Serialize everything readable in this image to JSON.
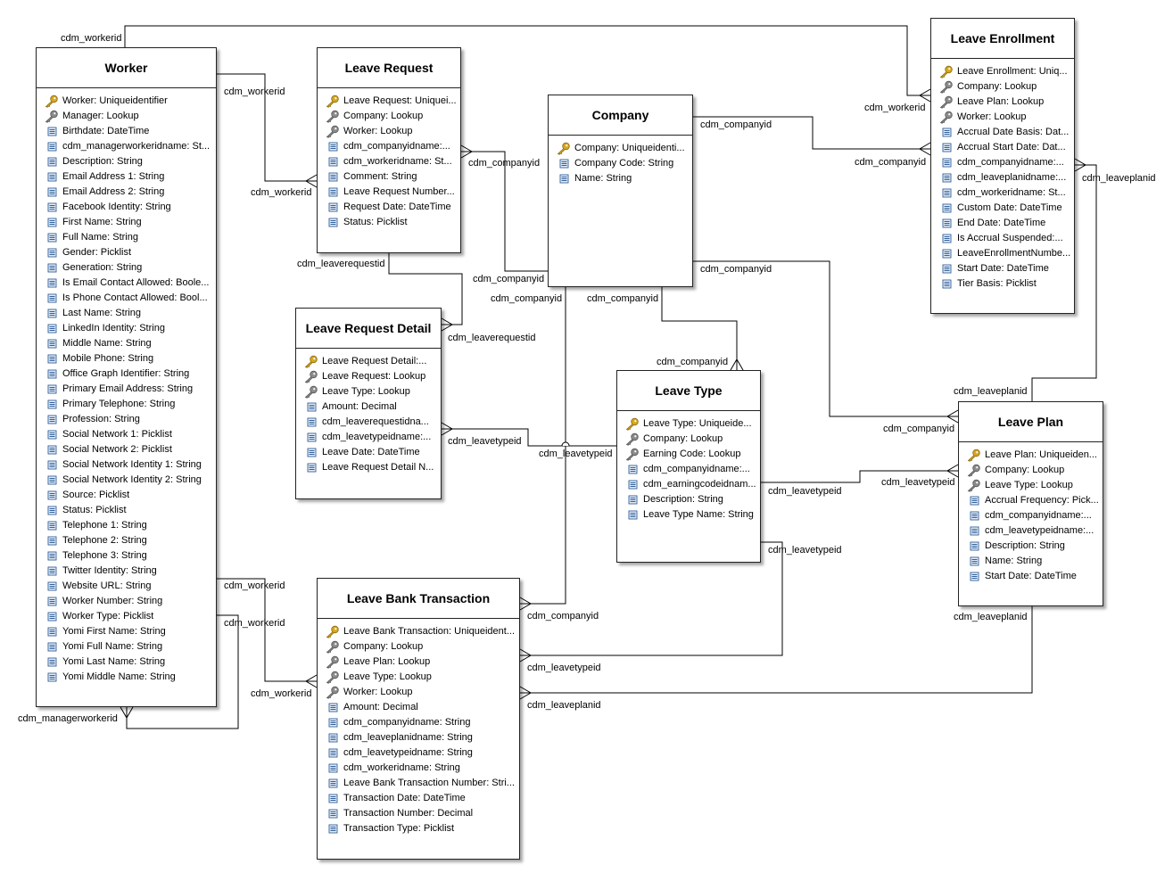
{
  "entities": {
    "worker": {
      "title": "Worker",
      "attributes": [
        {
          "icon": "primary-key-icon",
          "text": "Worker: Uniqueidentifier"
        },
        {
          "icon": "foreign-key-icon",
          "text": "Manager: Lookup"
        },
        {
          "icon": "attribute-icon",
          "text": "Birthdate: DateTime"
        },
        {
          "icon": "attribute-icon",
          "text": "cdm_managerworkeridname: St..."
        },
        {
          "icon": "attribute-icon",
          "text": "Description: String"
        },
        {
          "icon": "attribute-icon",
          "text": "Email Address 1: String"
        },
        {
          "icon": "attribute-icon",
          "text": "Email Address 2: String"
        },
        {
          "icon": "attribute-icon",
          "text": "Facebook Identity: String"
        },
        {
          "icon": "attribute-icon",
          "text": "First Name: String"
        },
        {
          "icon": "attribute-icon",
          "text": "Full Name: String"
        },
        {
          "icon": "attribute-icon",
          "text": "Gender: Picklist"
        },
        {
          "icon": "attribute-icon",
          "text": "Generation: String"
        },
        {
          "icon": "attribute-icon",
          "text": "Is Email Contact Allowed: Boole..."
        },
        {
          "icon": "attribute-icon",
          "text": "Is Phone Contact Allowed: Bool..."
        },
        {
          "icon": "attribute-icon",
          "text": "Last Name: String"
        },
        {
          "icon": "attribute-icon",
          "text": "LinkedIn Identity: String"
        },
        {
          "icon": "attribute-icon",
          "text": "Middle Name: String"
        },
        {
          "icon": "attribute-icon",
          "text": "Mobile Phone: String"
        },
        {
          "icon": "attribute-icon",
          "text": "Office Graph Identifier: String"
        },
        {
          "icon": "attribute-icon",
          "text": "Primary Email Address: String"
        },
        {
          "icon": "attribute-icon",
          "text": "Primary Telephone: String"
        },
        {
          "icon": "attribute-icon",
          "text": "Profession: String"
        },
        {
          "icon": "attribute-icon",
          "text": "Social Network 1: Picklist"
        },
        {
          "icon": "attribute-icon",
          "text": "Social Network 2: Picklist"
        },
        {
          "icon": "attribute-icon",
          "text": "Social Network Identity 1: String"
        },
        {
          "icon": "attribute-icon",
          "text": "Social Network Identity 2: String"
        },
        {
          "icon": "attribute-icon",
          "text": "Source: Picklist"
        },
        {
          "icon": "attribute-icon",
          "text": "Status: Picklist"
        },
        {
          "icon": "attribute-icon",
          "text": "Telephone 1: String"
        },
        {
          "icon": "attribute-icon",
          "text": "Telephone 2: String"
        },
        {
          "icon": "attribute-icon",
          "text": "Telephone 3: String"
        },
        {
          "icon": "attribute-icon",
          "text": "Twitter Identity: String"
        },
        {
          "icon": "attribute-icon",
          "text": "Website URL: String"
        },
        {
          "icon": "attribute-icon",
          "text": "Worker Number: String"
        },
        {
          "icon": "attribute-icon",
          "text": "Worker Type: Picklist"
        },
        {
          "icon": "attribute-icon",
          "text": "Yomi First Name: String"
        },
        {
          "icon": "attribute-icon",
          "text": "Yomi Full Name: String"
        },
        {
          "icon": "attribute-icon",
          "text": "Yomi Last Name: String"
        },
        {
          "icon": "attribute-icon",
          "text": "Yomi Middle Name: String"
        }
      ]
    },
    "leave_request": {
      "title": "Leave Request",
      "attributes": [
        {
          "icon": "primary-key-icon",
          "text": "Leave Request: Uniquei..."
        },
        {
          "icon": "foreign-key-icon",
          "text": "Company: Lookup"
        },
        {
          "icon": "foreign-key-icon",
          "text": "Worker: Lookup"
        },
        {
          "icon": "attribute-icon",
          "text": "cdm_companyidname:..."
        },
        {
          "icon": "attribute-icon",
          "text": "cdm_workeridname: St..."
        },
        {
          "icon": "attribute-icon",
          "text": "Comment: String"
        },
        {
          "icon": "attribute-icon",
          "text": "Leave Request Number..."
        },
        {
          "icon": "attribute-icon",
          "text": "Request Date: DateTime"
        },
        {
          "icon": "attribute-icon",
          "text": "Status: Picklist"
        }
      ]
    },
    "company": {
      "title": "Company",
      "attributes": [
        {
          "icon": "primary-key-icon",
          "text": "Company: Uniqueidenti..."
        },
        {
          "icon": "attribute-icon",
          "text": "Company Code: String"
        },
        {
          "icon": "attribute-icon",
          "text": "Name: String"
        }
      ]
    },
    "leave_enrollment": {
      "title": "Leave Enrollment",
      "attributes": [
        {
          "icon": "primary-key-icon",
          "text": "Leave Enrollment: Uniq..."
        },
        {
          "icon": "foreign-key-icon",
          "text": "Company: Lookup"
        },
        {
          "icon": "foreign-key-icon",
          "text": "Leave Plan: Lookup"
        },
        {
          "icon": "foreign-key-icon",
          "text": "Worker: Lookup"
        },
        {
          "icon": "attribute-icon",
          "text": "Accrual Date Basis: Dat..."
        },
        {
          "icon": "attribute-icon",
          "text": "Accrual Start Date: Dat..."
        },
        {
          "icon": "attribute-icon",
          "text": "cdm_companyidname:..."
        },
        {
          "icon": "attribute-icon",
          "text": "cdm_leaveplanidname:..."
        },
        {
          "icon": "attribute-icon",
          "text": "cdm_workeridname: St..."
        },
        {
          "icon": "attribute-icon",
          "text": "Custom Date: DateTime"
        },
        {
          "icon": "attribute-icon",
          "text": "End Date: DateTime"
        },
        {
          "icon": "attribute-icon",
          "text": "Is Accrual Suspended:..."
        },
        {
          "icon": "attribute-icon",
          "text": "LeaveEnrollmentNumbe..."
        },
        {
          "icon": "attribute-icon",
          "text": "Start Date: DateTime"
        },
        {
          "icon": "attribute-icon",
          "text": "Tier Basis: Picklist"
        }
      ]
    },
    "leave_request_detail": {
      "title": "Leave Request Detail",
      "attributes": [
        {
          "icon": "primary-key-icon",
          "text": "Leave Request Detail:..."
        },
        {
          "icon": "foreign-key-icon",
          "text": "Leave Request: Lookup"
        },
        {
          "icon": "foreign-key-icon",
          "text": "Leave Type: Lookup"
        },
        {
          "icon": "attribute-icon",
          "text": "Amount: Decimal"
        },
        {
          "icon": "attribute-icon",
          "text": "cdm_leaverequestidna..."
        },
        {
          "icon": "attribute-icon",
          "text": "cdm_leavetypeidname:..."
        },
        {
          "icon": "attribute-icon",
          "text": "Leave Date: DateTime"
        },
        {
          "icon": "attribute-icon",
          "text": "Leave Request Detail N..."
        }
      ]
    },
    "leave_type": {
      "title": "Leave Type",
      "attributes": [
        {
          "icon": "primary-key-icon",
          "text": "Leave Type: Uniqueide..."
        },
        {
          "icon": "foreign-key-icon",
          "text": "Company: Lookup"
        },
        {
          "icon": "foreign-key-icon",
          "text": "Earning Code: Lookup"
        },
        {
          "icon": "attribute-icon",
          "text": "cdm_companyidname:..."
        },
        {
          "icon": "attribute-icon",
          "text": "cdm_earningcodeidnam..."
        },
        {
          "icon": "attribute-icon",
          "text": "Description: String"
        },
        {
          "icon": "attribute-icon",
          "text": "Leave Type Name: String"
        }
      ]
    },
    "leave_plan": {
      "title": "Leave Plan",
      "attributes": [
        {
          "icon": "primary-key-icon",
          "text": "Leave Plan: Uniqueiden..."
        },
        {
          "icon": "foreign-key-icon",
          "text": "Company: Lookup"
        },
        {
          "icon": "foreign-key-icon",
          "text": "Leave Type: Lookup"
        },
        {
          "icon": "attribute-icon",
          "text": "Accrual Frequency: Pick..."
        },
        {
          "icon": "attribute-icon",
          "text": "cdm_companyidname:..."
        },
        {
          "icon": "attribute-icon",
          "text": "cdm_leavetypeidname:..."
        },
        {
          "icon": "attribute-icon",
          "text": "Description: String"
        },
        {
          "icon": "attribute-icon",
          "text": "Name: String"
        },
        {
          "icon": "attribute-icon",
          "text": "Start Date: DateTime"
        }
      ]
    },
    "leave_bank_transaction": {
      "title": "Leave Bank Transaction",
      "attributes": [
        {
          "icon": "primary-key-icon",
          "text": "Leave Bank Transaction: Uniqueident..."
        },
        {
          "icon": "foreign-key-icon",
          "text": "Company: Lookup"
        },
        {
          "icon": "foreign-key-icon",
          "text": "Leave Plan: Lookup"
        },
        {
          "icon": "foreign-key-icon",
          "text": "Leave Type: Lookup"
        },
        {
          "icon": "foreign-key-icon",
          "text": "Worker: Lookup"
        },
        {
          "icon": "attribute-icon",
          "text": "Amount: Decimal"
        },
        {
          "icon": "attribute-icon",
          "text": "cdm_companyidname: String"
        },
        {
          "icon": "attribute-icon",
          "text": "cdm_leaveplanidname: String"
        },
        {
          "icon": "attribute-icon",
          "text": "cdm_leavetypeidname: String"
        },
        {
          "icon": "attribute-icon",
          "text": "cdm_workeridname: String"
        },
        {
          "icon": "attribute-icon",
          "text": "Leave Bank Transaction Number: Stri..."
        },
        {
          "icon": "attribute-icon",
          "text": "Transaction Date: DateTime"
        },
        {
          "icon": "attribute-icon",
          "text": "Transaction Number: Decimal"
        },
        {
          "icon": "attribute-icon",
          "text": "Transaction Type: Picklist"
        }
      ]
    }
  },
  "relationship_labels": {
    "worker_to_enrollment_top": "cdm_workerid",
    "worker_to_request_src": "cdm_workerid",
    "worker_to_request_dst": "cdm_workerid",
    "company_to_request": "cdm_companyid",
    "request_to_detail_src": "cdm_leaverequestid",
    "request_to_detail_dst": "cdm_leaverequestid",
    "company_to_enrollment_src": "cdm_companyid",
    "company_to_enrollment_dst": "cdm_companyid",
    "enrollment_worker_end": "cdm_workerid",
    "company_bottom_left": "cdm_companyid",
    "company_below_1": "cdm_companyid",
    "company_below_2": "cdm_companyid",
    "company_to_leavetype_dst": "cdm_companyid",
    "company_to_plan_src": "cdm_companyid",
    "company_to_plan_dst": "cdm_companyid",
    "plan_to_enrollment_dst": "cdm_leaveplanid",
    "plan_to_enrollment_src": "cdm_leaveplanid",
    "leavetype_to_detail_dst": "cdm_leavetypeid",
    "leavetype_to_detail_src": "cdm_leavetypeid",
    "leavetype_to_plan_src": "cdm_leavetypeid",
    "leavetype_to_plan_dst": "cdm_leavetypeid",
    "leavetype_to_bank_src": "cdm_leavetypeid",
    "worker_to_bank_1": "cdm_workerid",
    "worker_to_bank_2": "cdm_workerid",
    "worker_to_bank_dst": "cdm_workerid",
    "company_to_bank_dst": "cdm_companyid",
    "leavetype_to_bank_dst": "cdm_leavetypeid",
    "plan_to_bank_dst": "cdm_leaveplanid",
    "plan_to_bank_src": "cdm_leaveplanid",
    "manager_self": "cdm_managerworkerid"
  },
  "colors": {
    "line": "#000000",
    "border": "#222222",
    "key_gold": "#d8a720",
    "key_gray": "#8c8c8c",
    "attr_blue": "#2f5f9a"
  }
}
